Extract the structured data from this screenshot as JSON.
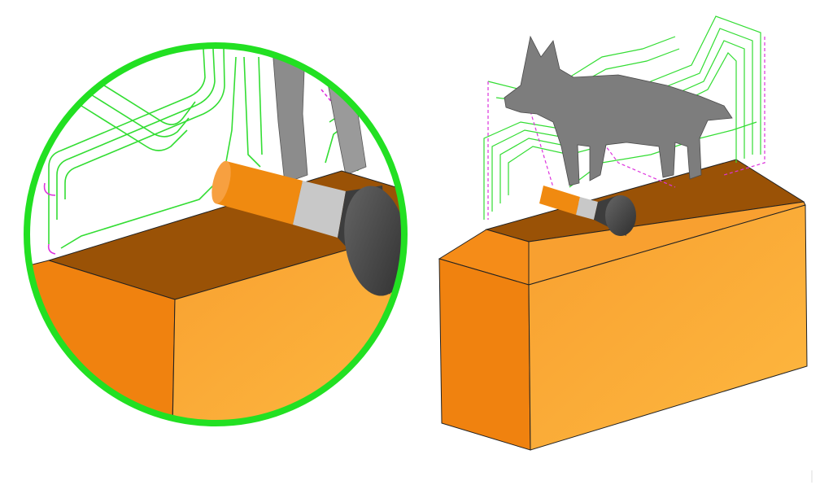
{
  "colors": {
    "background": "#ffffff",
    "magnifier_ring": "#22e022",
    "toolpath_green": "#33dd33",
    "toolpath_magenta": "#dd33dd",
    "stock_top": "#9a5206",
    "stock_left": "#f0820f",
    "stock_right": "#faa530",
    "tool_shank": "#f08a10",
    "tool_collar": "#c8c8c8",
    "tool_holder": "#4a4a4a",
    "model_gray": "#7a7a7a"
  },
  "icons": [
    "magnifier-detail-view",
    "cutting-tool",
    "dog-model",
    "stock-block"
  ]
}
